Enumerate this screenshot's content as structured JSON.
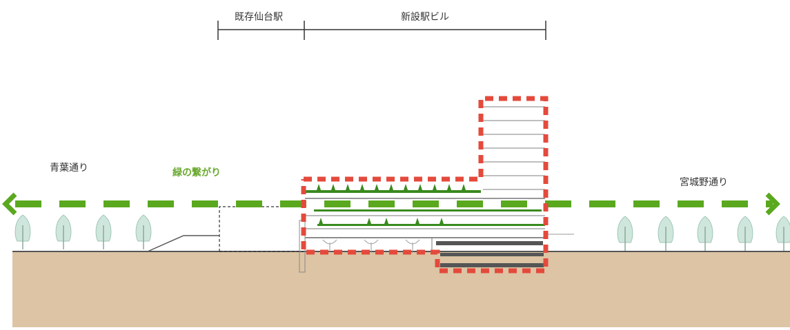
{
  "dimension_labels": {
    "existing_station": "既存仙台駅",
    "new_station_building": "新設駅ビル"
  },
  "street_labels": {
    "left": "青葉通り",
    "right": "宮城野通り"
  },
  "green_link_label": "緑の繋がり",
  "colors": {
    "ground": "#dcc4a4",
    "green_arrow": "#5aa81e",
    "red_outline": "#e44a3c",
    "structure": "#555555",
    "tree": "#cfe6dc"
  },
  "trees": {
    "left_count": 4,
    "right_count": 5
  }
}
